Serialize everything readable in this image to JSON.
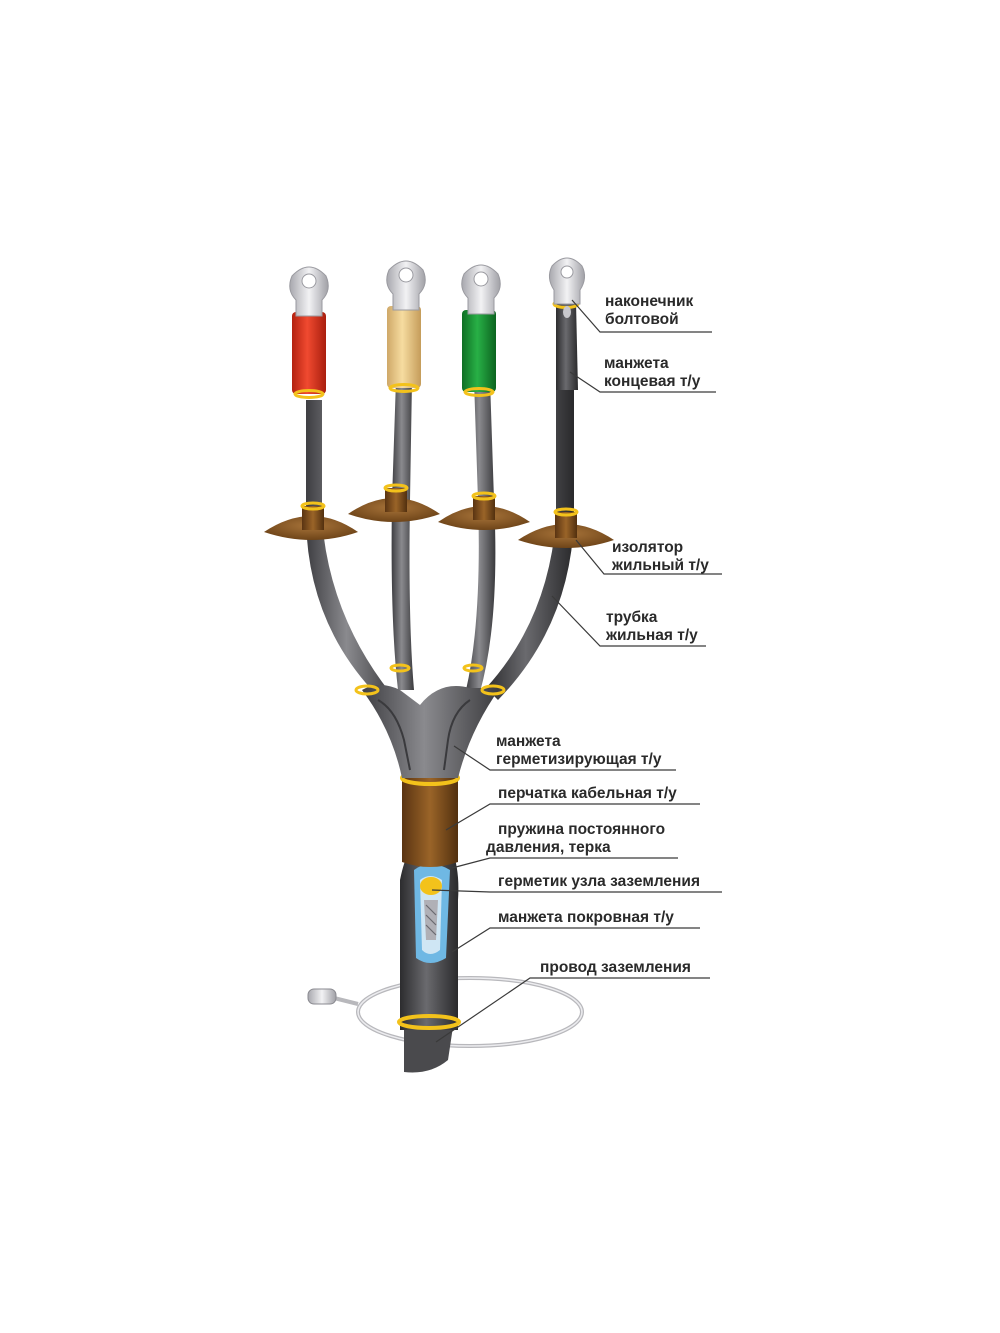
{
  "colors": {
    "phase_red": "#e0341f",
    "phase_yellow": "#efd08a",
    "phase_green": "#1f9a3a",
    "phase_neutral": "#4a4a4c",
    "tube_grey": "#6e6e72",
    "insulator_brown": "#8c5a24",
    "glove_brown": "#7a4a1c",
    "ring_yellow": "#f3c21b",
    "lug_silver": "#d8d8dc"
  },
  "labels": {
    "lug": [
      "наконечник",
      "болтовой"
    ],
    "end_cuff": [
      "манжета",
      "концевая т/у"
    ],
    "core_insulator": [
      "изолятор",
      "жильный т/у"
    ],
    "core_tube": [
      "трубка",
      "жильная т/у"
    ],
    "sealing_cuff": [
      "манжета",
      "герметизирующая т/у"
    ],
    "cable_glove": [
      "перчатка кабельная т/у"
    ],
    "spring": [
      "пружина постоянного",
      "давления, терка"
    ],
    "ground_sealant": [
      "герметик узла заземления"
    ],
    "cover_cuff": [
      "манжета покровная т/у"
    ],
    "ground_wire": [
      "провод заземления"
    ]
  }
}
